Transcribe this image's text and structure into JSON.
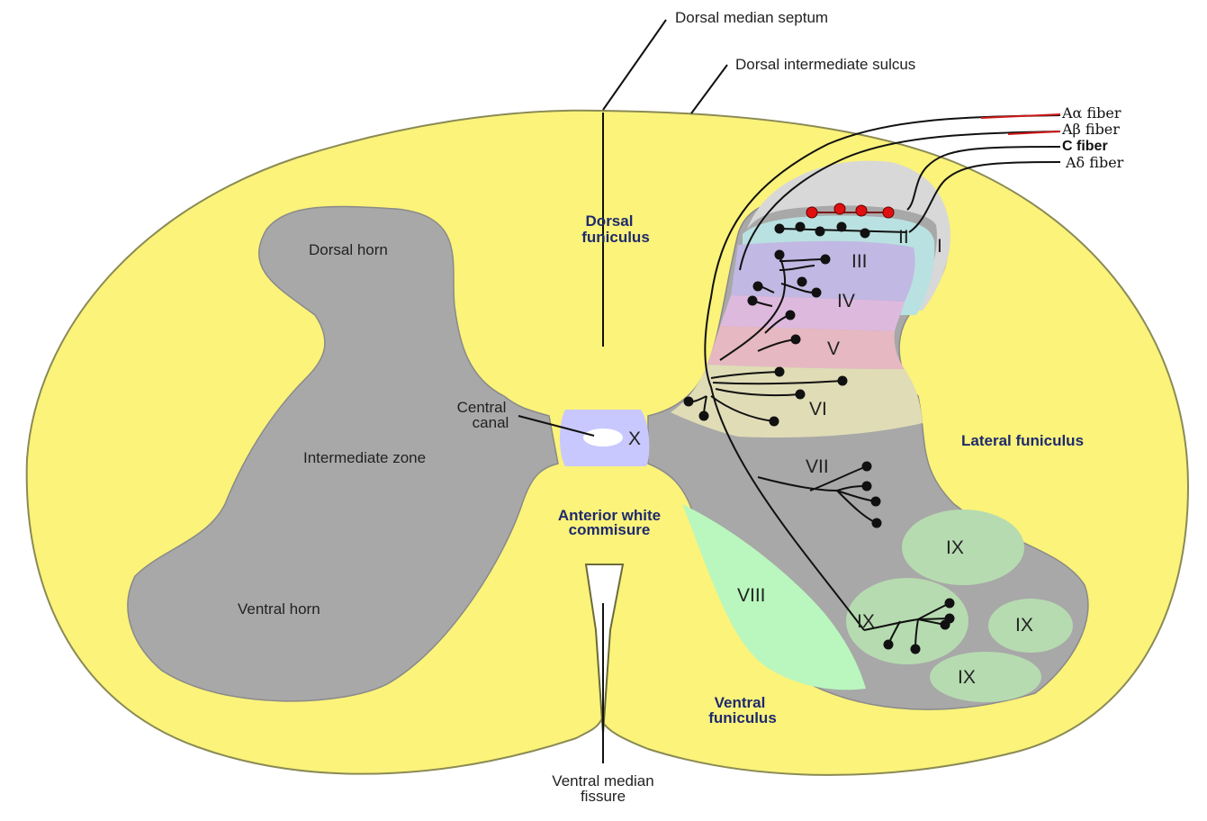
{
  "labels": {
    "dorsal_median_septum": "Dorsal median septum",
    "dorsal_intermediate_sulcus": "Dorsal intermediate sulcus",
    "dorsal_funiculus_1": "Dorsal",
    "dorsal_funiculus_2": "funiculus",
    "dorsal_horn": "Dorsal horn",
    "central_canal_1": "Central",
    "central_canal_2": "canal",
    "intermediate_zone": "Intermediate zone",
    "ventral_horn": "Ventral horn",
    "anterior_white_commisure_1": "Anterior white",
    "anterior_white_commisure_2": "commisure",
    "ventral_funiculus_1": "Ventral",
    "ventral_funiculus_2": "funiculus",
    "ventral_median_fissure_1": "Ventral median",
    "ventral_median_fissure_2": "fissure",
    "lateral_funiculus": "Lateral funiculus"
  },
  "laminae": {
    "I": "I",
    "II": "II",
    "III": "III",
    "IV": "IV",
    "V": "V",
    "VI": "VI",
    "VII": "VII",
    "VIII": "VIII",
    "IX": "IX",
    "X": "X"
  },
  "fibers": {
    "a_alpha": "Aα fiber",
    "a_beta": "Aβ fiber",
    "c": "C fiber",
    "a_delta": "Aδ fiber"
  },
  "colors": {
    "white_matter": "#fbf37a",
    "gray_matter": "#a8a8a8",
    "lamina_I": "#d8d8d8",
    "lamina_II": "#b9e1e1",
    "lamina_III": "#c1b8e3",
    "lamina_IV": "#deb9de",
    "lamina_V": "#e6b8c2",
    "lamina_VI": "#e0dcb6",
    "lamina_VIII": "#b9f7be",
    "lamina_IX": "#b6dbb0",
    "lamina_X": "#c8c8ff",
    "c_fiber_terminal": "#e01010"
  }
}
